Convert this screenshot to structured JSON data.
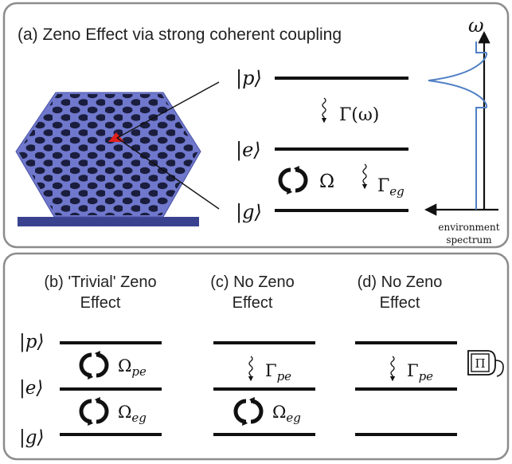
{
  "panel_a": {
    "title": "(a) Zeno Effect via strong coherent coupling",
    "ket_p": "|p⟩",
    "ket_e": "|e⟩",
    "ket_g": "|g⟩",
    "gamma_omega": "Γ(ω)",
    "omega": "Ω",
    "gamma": "Γ",
    "gamma_sub": "eg",
    "axis_omega": "ω",
    "env_line1": "environment",
    "env_line2": "spectrum"
  },
  "panel_b": {
    "title_line1": "(b) 'Trivial' Zeno",
    "title_line2": "Effect",
    "ket_p": "|p⟩",
    "ket_e": "|e⟩",
    "ket_g": "|g⟩",
    "omega": "Ω",
    "sub_pe": "pe",
    "sub_eg": "eg"
  },
  "panel_c": {
    "title_line1": "(c) No Zeno",
    "title_line2": "Effect",
    "gamma": "Γ",
    "sub_pe": "pe",
    "omega": "Ω",
    "sub_eg": "eg"
  },
  "panel_d": {
    "title_line1": "(d) No Zeno",
    "title_line2": "Effect",
    "gamma": "Γ",
    "sub_pe": "pe",
    "detector": "Π"
  },
  "colors": {
    "frame": "#8c8c8c",
    "spectrum": "#4f7fc4",
    "crystal_top": "#6f78cc",
    "crystal_side": "#3a4290",
    "emitter": "#e0201c"
  }
}
